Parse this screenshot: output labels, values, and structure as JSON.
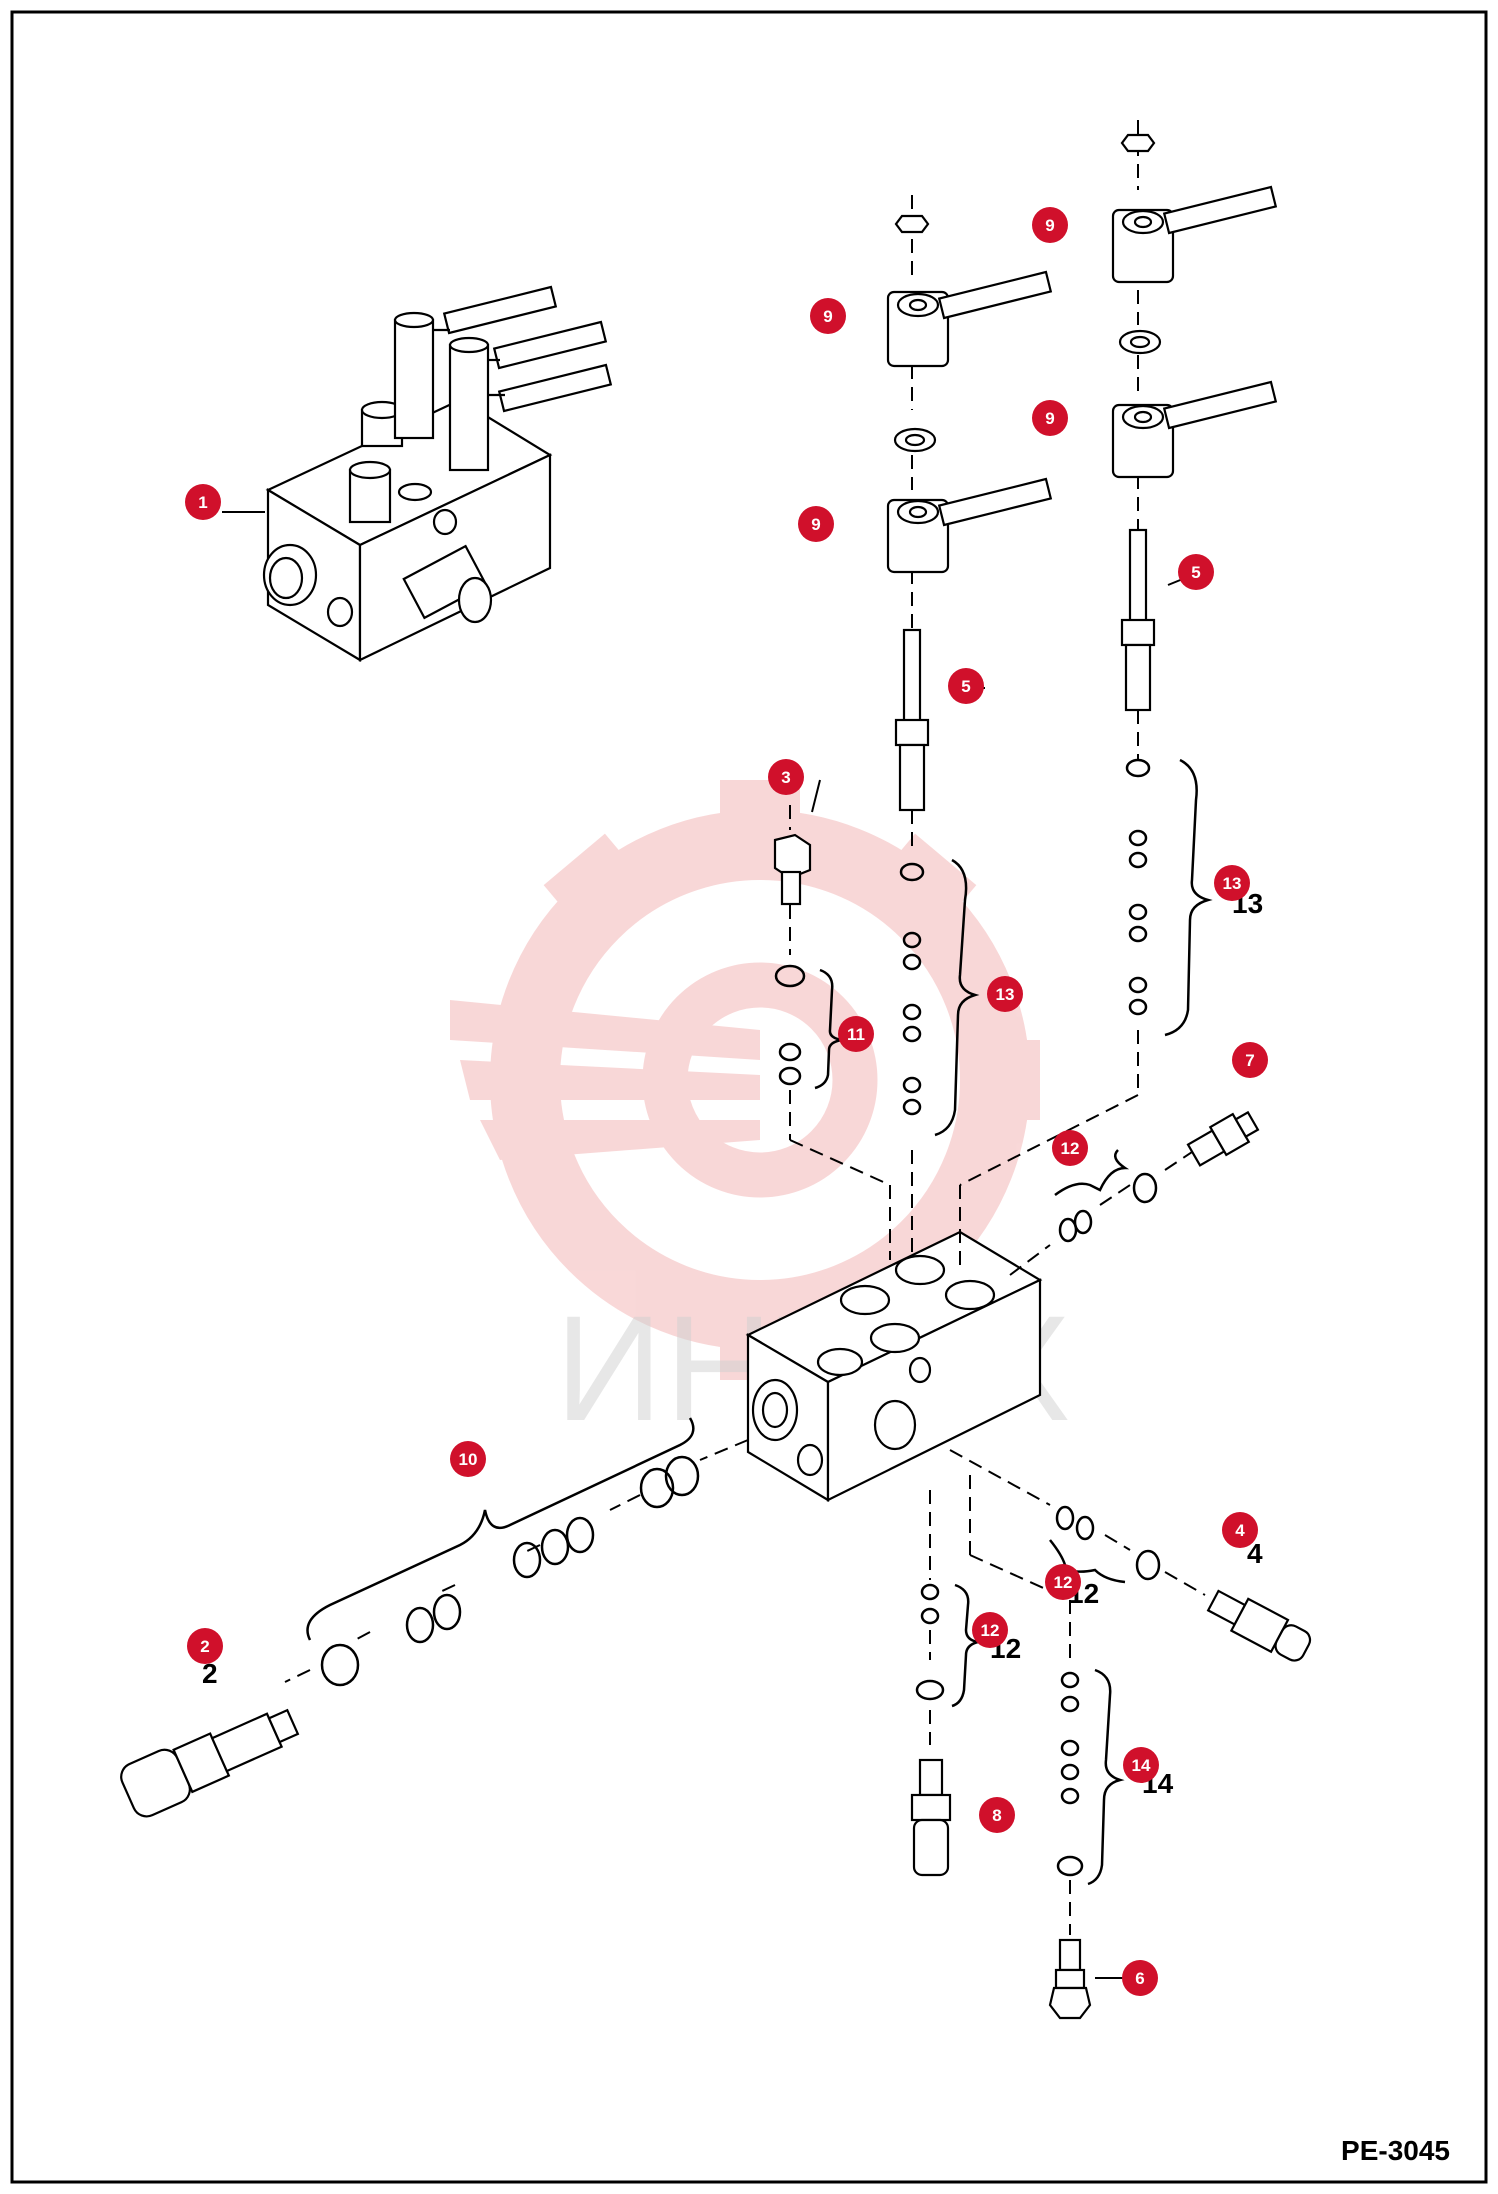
{
  "page_code": "PE-3045",
  "watermark_text": "ИНТЕХ",
  "colors": {
    "callout": "#d0102b",
    "callout_text": "#ffffff",
    "line": "#000000",
    "watermark": "#f4b8b8"
  },
  "callouts": [
    {
      "id": "1",
      "label": "1"
    },
    {
      "id": "2",
      "label": "2"
    },
    {
      "id": "3",
      "label": "3"
    },
    {
      "id": "4",
      "label": "4"
    },
    {
      "id": "5a",
      "label": "5"
    },
    {
      "id": "5b",
      "label": "5"
    },
    {
      "id": "6",
      "label": "6"
    },
    {
      "id": "7",
      "label": "7"
    },
    {
      "id": "8",
      "label": "8"
    },
    {
      "id": "9a",
      "label": "9"
    },
    {
      "id": "9b",
      "label": "9"
    },
    {
      "id": "9c",
      "label": "9"
    },
    {
      "id": "9d",
      "label": "9"
    },
    {
      "id": "10",
      "label": "10"
    },
    {
      "id": "11",
      "label": "11"
    },
    {
      "id": "12a",
      "label": "12"
    },
    {
      "id": "12b",
      "label": "12"
    },
    {
      "id": "12c",
      "label": "12"
    },
    {
      "id": "13a",
      "label": "13"
    },
    {
      "id": "13b",
      "label": "13"
    },
    {
      "id": "14",
      "label": "14"
    }
  ],
  "printed_numbers": [
    {
      "id": "p2",
      "text": "2"
    },
    {
      "id": "p4",
      "text": "4"
    },
    {
      "id": "p13",
      "text": "13"
    },
    {
      "id": "p12a",
      "text": "12"
    },
    {
      "id": "p12b",
      "text": "12"
    },
    {
      "id": "p14",
      "text": "14"
    }
  ]
}
